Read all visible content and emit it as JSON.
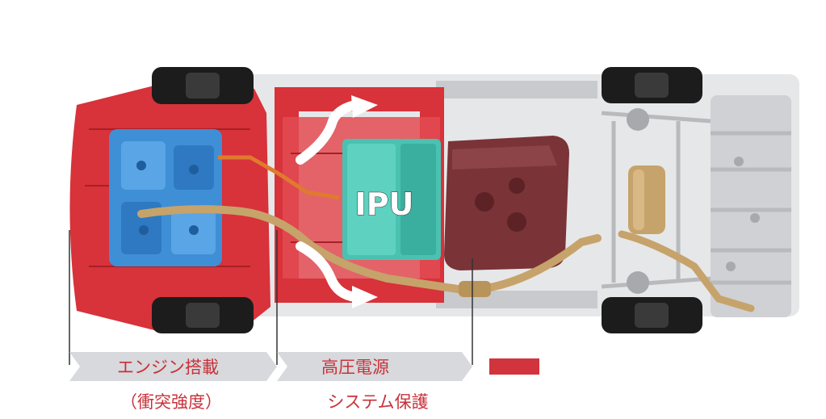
{
  "labels": {
    "ipu": "IPU",
    "zone_engine_line1": "エンジン搭載",
    "zone_engine_line2": "（衝突強度）",
    "zone_hv_line1": "高圧電源",
    "zone_hv_line2": "システム保護"
  },
  "colors": {
    "frame_red": "#d8323a",
    "frame_gray": "#d2d4d7",
    "engine_blue": "#3f8fd6",
    "ipu_teal": "#49c2b2",
    "tank_maroon": "#7a3337",
    "exhaust_gold": "#c6a36a",
    "tire_black": "#1c1c1c",
    "banner_gray": "#d7d9dc",
    "text_red": "#c9313a",
    "legend_red": "#d2343d",
    "arrow_white": "#ffffff"
  },
  "icons": {
    "front_left_wheel": "tire",
    "front_right_wheel": "tire",
    "rear_left_wheel": "tire",
    "rear_right_wheel": "tire",
    "airflow_arrows": "curved-arrow"
  }
}
